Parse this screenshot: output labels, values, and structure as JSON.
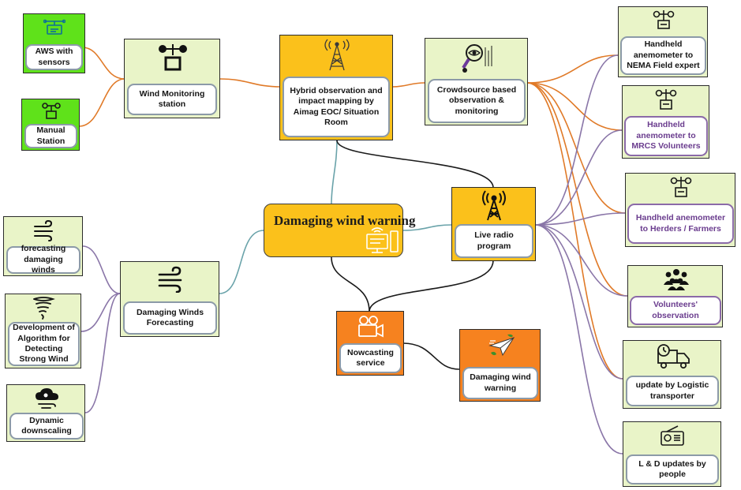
{
  "central": {
    "label": "Damaging wind warning",
    "icon": "weather-station-computer-icon"
  },
  "nodes": {
    "aws": {
      "label": "AWS with sensors",
      "icon": "sensor-device-icon"
    },
    "manual": {
      "label": "Manual Station",
      "icon": "anemometer-icon"
    },
    "wind_monitoring": {
      "label": "Wind Monitoring station",
      "icon": "anemometer-icon"
    },
    "hybrid": {
      "label": "Hybrid observation and impact mapping by Aimag EOC/ Situation Room",
      "icon": "radio-tower-icon"
    },
    "crowdsource": {
      "label": "Crowdsource based observation & monitoring",
      "icon": "magnifier-eye-icon"
    },
    "nema": {
      "label": "Handheld anemometer to NEMA Field expert",
      "icon": "anemometer-icon"
    },
    "mrcs": {
      "label": "Handheld anemometer to MRCS Volunteers",
      "icon": "anemometer-icon"
    },
    "herders": {
      "label": "Handheld anemometer to Herders / Farmers",
      "icon": "anemometer-icon"
    },
    "volunteers": {
      "label": "Volunteers' observation",
      "icon": "people-group-icon"
    },
    "logistic": {
      "label": "update by Logistic transporter",
      "icon": "delivery-truck-icon"
    },
    "ld_updates": {
      "label": "L & D updates by people",
      "icon": "radio-icon"
    },
    "live_radio": {
      "label": "Live radio program",
      "icon": "radio-tower-icon"
    },
    "forecasting": {
      "label": "forecasting damaging winds",
      "icon": "wind-icon"
    },
    "algorithm": {
      "label": "Development of Algorithm for Detecting Strong Wind",
      "icon": "tornado-icon"
    },
    "downscaling": {
      "label": "Dynamic downscaling",
      "icon": "cloud-wind-icon"
    },
    "dw_forecasting": {
      "label": "Damaging Winds Forecasting",
      "icon": "wind-icon"
    },
    "nowcasting": {
      "label": "Nowcasting service",
      "icon": "video-camera-icon"
    },
    "dw_warning": {
      "label": "Damaging wind warning",
      "icon": "paper-plane-icon"
    }
  },
  "colors": {
    "link_orange": "#e07a28",
    "link_purple": "#8a76a8",
    "link_teal": "#6aa3aa",
    "link_black": "#1a1a1a",
    "node_lime": "#e9f4c8",
    "node_green": "#5fe21a",
    "node_gold": "#fbc11b",
    "node_orange": "#f6821f",
    "label_purple": "#6a3c8e"
  }
}
